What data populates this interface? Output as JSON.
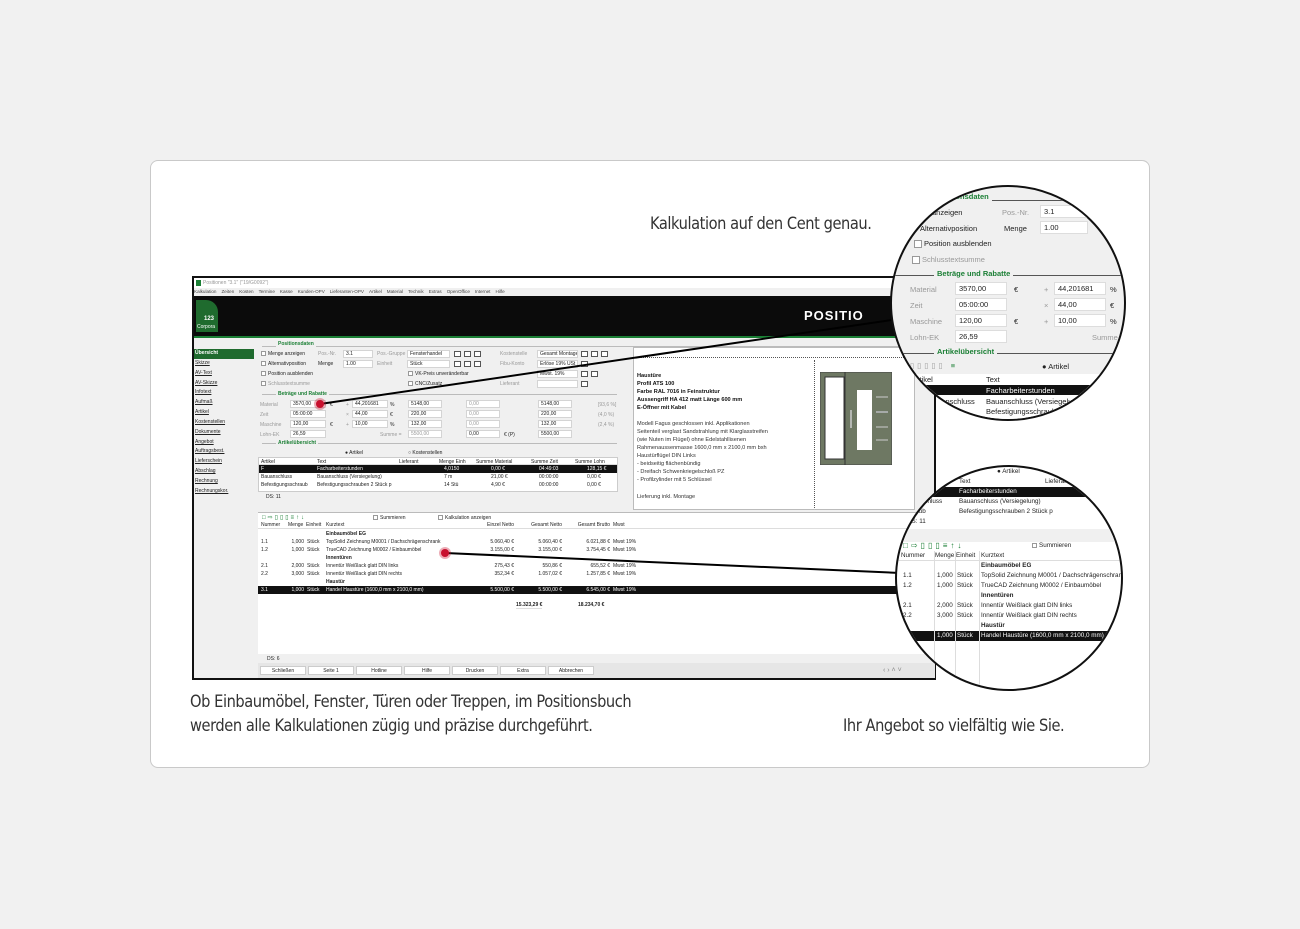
{
  "headline": "Kalkulation auf den Cent genau.",
  "caption_left": [
    "Ob Einbaumöbel, Fenster, Türen oder Treppen, im Positionsbuch",
    "werden alle Kalkulationen zügig und präzise durchgeführt."
  ],
  "caption_right": "Ihr Angebot so vielfältig wie Sie.",
  "colors": {
    "accent": "#1b7f35",
    "marker": "#c8102e"
  },
  "app": {
    "title": "Positionen \"3.1\" (\"19/G0092\")",
    "menu": [
      {
        "label": "Kalkulation"
      },
      {
        "label": "Zeiten"
      },
      {
        "label": "Kosten"
      },
      {
        "label": "Termine"
      },
      {
        "label": "Kasse"
      },
      {
        "label": "Kunden-OPV"
      },
      {
        "label": "Lieferanten-OPV"
      },
      {
        "label": "Artikel"
      },
      {
        "label": "Material"
      },
      {
        "label": "Technik"
      },
      {
        "label": "Extras"
      },
      {
        "label": "OpenOffice"
      },
      {
        "label": "Internet"
      },
      {
        "label": "Hilfe"
      }
    ],
    "logo": {
      "letter": "P",
      "number": "123",
      "name": "Corpora"
    },
    "banner_text": "POSITIO",
    "sidebar": [
      {
        "label": "Übersicht"
      },
      {
        "label": "Skizze"
      },
      {
        "label": "AV-Text"
      },
      {
        "label": "AV-Skizze"
      },
      {
        "label": "Infotext"
      },
      {
        "label": "Aufmaß"
      },
      {
        "label": "Artikel"
      },
      {
        "label": "Kostenstellen"
      },
      {
        "label": "Dokumente"
      },
      {
        "label": "Angebot"
      },
      {
        "label": "Auftragsbest."
      },
      {
        "label": "Lieferschein"
      },
      {
        "label": "Abschlag"
      },
      {
        "label": "Rechnung"
      },
      {
        "label": "Rechnungskor."
      }
    ],
    "positionsdaten": {
      "title": "Positionsdaten",
      "menge_anzeigen": "Menge anzeigen",
      "alternativposition": "Alternativposition",
      "position_ausblenden": "Position ausblenden",
      "schlusstextsumme": "Schlusstextsumme",
      "pos_nr_label": "Pos.-Nr.",
      "pos_nr": "3.1",
      "menge_label": "Menge",
      "menge": "1.00",
      "pos_gruppe_label": "Pos.-Gruppe",
      "pos_gruppe": "Fensterhandel",
      "einheit_label": "Einheit",
      "einheit": "Stück",
      "vk_preis": "VK-Preis unveränderbar",
      "cnc": "CNC/Zusatz",
      "kostenstelle_label": "Kostenstelle",
      "kostenstelle": "Gesamt Montage",
      "fibu_label": "Fibu-Konto",
      "fibu": "Erlöse 19% USt",
      "mwst": "Mwst. 19%",
      "lieferant_label": "Lieferant"
    },
    "betraege": {
      "title": "Beträge und Rabatte",
      "rows": [
        {
          "label": "Material",
          "value": "3570,00",
          "unit": "€",
          "op": "+",
          "factor": "44,201681",
          "funit": "%",
          "result": "5148,00",
          "disc": "0,00",
          "total": "5148,00",
          "share": "[93,6 %]"
        },
        {
          "label": "Zeit",
          "value": "05:00:00",
          "unit": "",
          "op": "×",
          "factor": "44,00",
          "funit": "€",
          "result": "220,00",
          "disc": "0,00",
          "total": "220,00",
          "share": "(4,0 %)"
        },
        {
          "label": "Maschine",
          "value": "120,00",
          "unit": "€",
          "op": "+",
          "factor": "10,00",
          "funit": "%",
          "result": "132,00",
          "disc": "0,00",
          "total": "132,00",
          "share": "(2,4 %)"
        }
      ],
      "lohn_label": "Lohn-EK",
      "lohn": "26,59",
      "summe_label": "Summe =",
      "summe": "5500,00",
      "disc": "0,00",
      "disc_unit": "€ (P)",
      "total": "5500,00"
    },
    "artikel": {
      "title": "Artikelübersicht",
      "radio_artikel": "Artikel",
      "radio_kostenstellen": "Kostenstellen",
      "headers": [
        "Artikel",
        "Text",
        "Lieferant",
        "Menge Einh",
        "Summe Material",
        "Summe Zeit",
        "Summe Lohn"
      ],
      "rows": [
        {
          "type": "selected",
          "artikel": "F",
          "text": "Facharbeiterstunden",
          "lieferant": "",
          "menge": "4,0150",
          "material": "0,00 €",
          "zeit": "04:49:03",
          "lohn": "128,15 €"
        },
        {
          "type": "item",
          "artikel": "Bauanschluss",
          "text": "Bauanschluss (Versiegelung)",
          "lieferant": "",
          "menge": "7 m",
          "material": "21,00 €",
          "zeit": "00:00:00",
          "lohn": "0,00 €"
        },
        {
          "type": "item",
          "artikel": "Befestigungsschraub",
          "text": "Befestigungsschrauben 2 Stück p",
          "lieferant": "",
          "menge": "14 Stü",
          "material": "4,90 €",
          "zeit": "00:00:00",
          "lohn": "0,00 €"
        }
      ],
      "ds": "DS: 11"
    },
    "editor": {
      "bold_lines": [
        {
          "t": "Haustüre"
        },
        {
          "t": "Profil ATS 100"
        },
        {
          "t": "Farbe RAL 7016 in Feinstruktur"
        },
        {
          "t": "Aussengriff HA 412 matt Länge 600 mm"
        },
        {
          "t": "E-Öffner mit Kabel"
        }
      ],
      "lines": [
        {
          "t": "Modell Fagus geschlossen inkl. Applikationen"
        },
        {
          "t": "Seitenteil verglast Sandstrahlung mit Klarglasstreifen"
        },
        {
          "t": "(wie Nuten im Flügel) ohne Edelstahllisenen"
        },
        {
          "t": "Rahmenaussenmasse 1600,0 mm x 2100,0 mm bxh"
        },
        {
          "t": "Haustürflügel DIN Links"
        },
        {
          "t": "- beidseitig flächenbündig"
        },
        {
          "t": "- Dreifach Schwenkriegelschloß PZ"
        },
        {
          "t": "- Profilzylinder mit 5 Schlüssel"
        }
      ],
      "footer": "Lieferung inkl. Montage"
    },
    "positions": {
      "summieren": "Summieren",
      "kalkulation_anzeigen": "Kalkulation anzeigen",
      "headers": {
        "nummer": "Nummer",
        "menge": "Menge",
        "einheit": "Einheit",
        "kurztext": "Kurztext",
        "einzel": "Einzel Netto",
        "gesamt": "Gesamt Netto",
        "brutto": "Gesamt Brutto",
        "mwst": "Mwst"
      },
      "rows": [
        {
          "type": "group",
          "nr": "",
          "menge": "",
          "einheit": "",
          "kurztext": "Einbaumöbel EG",
          "einzel": "",
          "gesamt": "",
          "brutto": "",
          "mwst": ""
        },
        {
          "type": "item",
          "nr": "1.1",
          "menge": "1,000",
          "einheit": "Stück",
          "kurztext": "TopSolid Zeichnung M0001 / Dachschrägenschrank",
          "einzel": "5.060,40 €",
          "gesamt": "5.060,40 €",
          "brutto": "6.021,88 €",
          "mwst": "Mwst 19%"
        },
        {
          "type": "item",
          "nr": "1.2",
          "menge": "1,000",
          "einheit": "Stück",
          "kurztext": "TrueCAD Zeichnung M0002 / Einbaumöbel",
          "einzel": "3.155,00 €",
          "gesamt": "3.155,00 €",
          "brutto": "3.754,45 €",
          "mwst": "Mwst 19%"
        },
        {
          "type": "group",
          "nr": "",
          "menge": "",
          "einheit": "",
          "kurztext": "Innentüren",
          "einzel": "",
          "gesamt": "",
          "brutto": "",
          "mwst": ""
        },
        {
          "type": "item",
          "nr": "2.1",
          "menge": "2,000",
          "einheit": "Stück",
          "kurztext": "Innentür Weißlack glatt DIN links",
          "einzel": "275,43 €",
          "gesamt": "550,86 €",
          "brutto": "655,52 €",
          "mwst": "Mwst 19%"
        },
        {
          "type": "item",
          "nr": "2.2",
          "menge": "3,000",
          "einheit": "Stück",
          "kurztext": "Innentür Weißlack glatt DIN rechts",
          "einzel": "352,34 €",
          "gesamt": "1.057,02 €",
          "brutto": "1.257,85 €",
          "mwst": "Mwst 19%"
        },
        {
          "type": "group",
          "nr": "",
          "menge": "",
          "einheit": "",
          "kurztext": "Haustür",
          "einzel": "",
          "gesamt": "",
          "brutto": "",
          "mwst": ""
        },
        {
          "type": "selected",
          "nr": "3.1",
          "menge": "1,000",
          "einheit": "Stück",
          "kurztext": "Handel Haustüre (1600,0 mm x 2100,0 mm)",
          "einzel": "5.500,00 €",
          "gesamt": "5.500,00 €",
          "brutto": "6.545,00 €",
          "mwst": "Mwst 19%"
        }
      ],
      "total_netto": "15.323,29 €",
      "total_brutto": "18.234,70 €",
      "ds": "DS: 6"
    },
    "buttons": [
      {
        "label": "Schließen"
      },
      {
        "label": "Seite 1"
      },
      {
        "label": "Hotline"
      },
      {
        "label": "Hilfe"
      },
      {
        "label": "Drucken"
      },
      {
        "label": "Extra"
      },
      {
        "label": "Abbrechen"
      }
    ]
  }
}
